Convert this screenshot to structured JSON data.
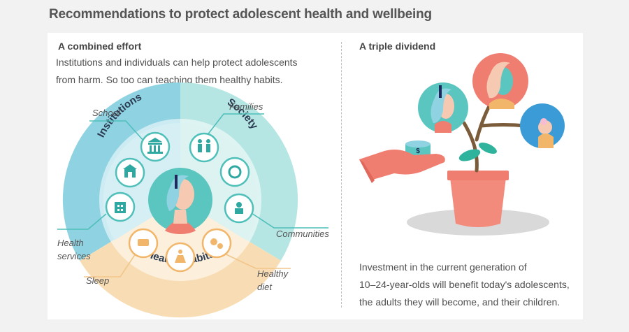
{
  "header": {
    "title": "Recommendations to protect adolescent health and wellbeing"
  },
  "left_panel": {
    "title": "A combined effort",
    "description_lines": [
      "Institutions and individuals can help protect adolescents",
      "from harm. So too can teaching them healthy habits."
    ],
    "ring_labels": {
      "institutions": "Institutions",
      "society": "Society",
      "healthy_habits": "Healthy habits"
    },
    "callouts": {
      "school": "School",
      "families": "Families",
      "communities": "Communities",
      "health_services": [
        "Health",
        "services"
      ],
      "sleep": "Sleep",
      "healthy_diet": [
        "Healthy",
        "diet"
      ]
    }
  },
  "right_panel": {
    "title": "A triple dividend",
    "description_lines": [
      "Investment in the current generation of",
      "10–24-year-olds will benefit today's adolescents,",
      "the adults they will become, and their children."
    ]
  },
  "colors": {
    "teal": "#5bc6c0",
    "light_teal": "#b5e6e3",
    "institutions_blue": "#8fd3e2",
    "cream": "#f8ddb4",
    "salmon": "#f07e70",
    "pot": "#f28b7c",
    "leaf": "#2fb39c",
    "navy": "#1b2a5a"
  },
  "icons": [
    "school-icon",
    "family-icon",
    "hospital-icon",
    "community-icon",
    "clinic-icon",
    "sleep-icon",
    "running-icon",
    "diet-icon",
    "money-icon",
    "hand-icon",
    "plant-pot-icon"
  ]
}
